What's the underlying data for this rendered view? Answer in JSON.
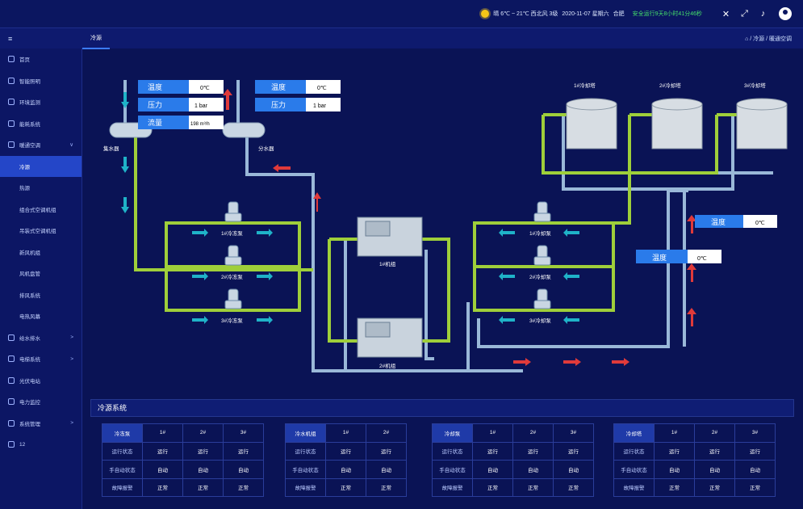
{
  "header": {
    "weather": "晴 6℃ ~ 21℃ 西北风 3级",
    "datetime": "2020-11-07 星期六",
    "location": "合肥",
    "notice": "安全运行9天8小时41分46秒",
    "icons": [
      "expand-icon",
      "fullscreen-icon",
      "bell-icon",
      "user-icon"
    ]
  },
  "subbar": {
    "menu_icon": "≡",
    "tab": "冷源",
    "crumbs": "⌂ / 冷源 / 暖通空调"
  },
  "sidebar": {
    "items": [
      {
        "label": "首页",
        "arrow": ""
      },
      {
        "label": "智能照明",
        "arrow": ""
      },
      {
        "label": "环境监测",
        "arrow": ""
      },
      {
        "label": "能耗系统",
        "arrow": ""
      },
      {
        "label": "暖通空调",
        "arrow": "∨"
      },
      {
        "label": "冷源",
        "arrow": ""
      },
      {
        "label": "热源",
        "arrow": ""
      },
      {
        "label": "组合式空调机组",
        "arrow": ""
      },
      {
        "label": "吊装式空调机组",
        "arrow": ""
      },
      {
        "label": "新风机组",
        "arrow": ""
      },
      {
        "label": "风机盘管",
        "arrow": ""
      },
      {
        "label": "排风系统",
        "arrow": ""
      },
      {
        "label": "电热风幕",
        "arrow": ""
      },
      {
        "label": "给水排水",
        "arrow": ">"
      },
      {
        "label": "电梯系统",
        "arrow": ">"
      },
      {
        "label": "光伏电站",
        "arrow": ""
      },
      {
        "label": "电力监控",
        "arrow": ""
      },
      {
        "label": "系统管理",
        "arrow": ">"
      },
      {
        "label": "12",
        "arrow": ""
      }
    ]
  },
  "diagram": {
    "collector_readings": [
      {
        "label": "温度",
        "value": "0℃"
      },
      {
        "label": "压力",
        "value": "1 bar"
      },
      {
        "label": "流量",
        "value": "198 m³/h"
      }
    ],
    "divider_readings": [
      {
        "label": "温度",
        "value": "0℃"
      },
      {
        "label": "压力",
        "value": "1 bar"
      }
    ],
    "collector_label": "集水器",
    "divider_label": "分水器",
    "chilled_pumps": [
      "1#冷冻泵",
      "2#冷冻泵",
      "3#冷冻泵"
    ],
    "chillers": [
      "1#机组",
      "2#机组"
    ],
    "cooling_pumps": [
      "1#冷却泵",
      "2#冷却泵",
      "3#冷却泵"
    ],
    "towers": [
      "1#冷却塔",
      "2#冷却塔",
      "3#冷却塔"
    ],
    "temp_right_top": {
      "label": "温度",
      "value": "0℃"
    },
    "temp_right_mid": {
      "label": "温度",
      "value": "0℃"
    }
  },
  "panel": {
    "title": "冷源系统"
  },
  "tables": [
    {
      "head": [
        "冷冻泵",
        "1#",
        "2#",
        "3#"
      ],
      "rows": [
        [
          "运行状态",
          "运行",
          "运行",
          "运行"
        ],
        [
          "手自动状态",
          "自动",
          "自动",
          "自动"
        ],
        [
          "故障报警",
          "正常",
          "正常",
          "正常"
        ]
      ]
    },
    {
      "head": [
        "冷水机组",
        "1#",
        "2#",
        ""
      ],
      "rows": [
        [
          "运行状态",
          "运行",
          "运行",
          ""
        ],
        [
          "手自动状态",
          "自动",
          "自动",
          ""
        ],
        [
          "故障报警",
          "正常",
          "正常",
          ""
        ]
      ]
    },
    {
      "head": [
        "冷却泵",
        "1#",
        "2#",
        "3#"
      ],
      "rows": [
        [
          "运行状态",
          "运行",
          "运行",
          "运行"
        ],
        [
          "手自动状态",
          "自动",
          "自动",
          "自动"
        ],
        [
          "故障报警",
          "正常",
          "正常",
          "正常"
        ]
      ]
    },
    {
      "head": [
        "冷却塔",
        "1#",
        "2#",
        "3#"
      ],
      "rows": [
        [
          "运行状态",
          "运行",
          "运行",
          "运行"
        ],
        [
          "手自动状态",
          "自动",
          "自动",
          "自动"
        ],
        [
          "故障报警",
          "正常",
          "正常",
          "正常"
        ]
      ]
    }
  ],
  "colors": {
    "green_pipe": "#9fcf3a",
    "blue_pipe": "#9ab8d8",
    "label_blue": "#2a7bea",
    "arrow_red": "#e03a3a",
    "flow_cyan": "#1fb3c8"
  }
}
